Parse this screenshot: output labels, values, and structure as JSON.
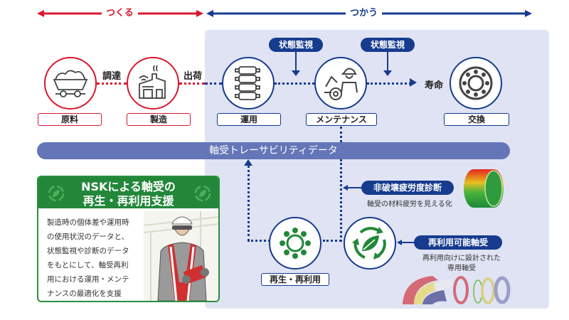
{
  "phases": {
    "make": {
      "label": "つくる",
      "color": "#d9182e"
    },
    "use": {
      "label": "つかう",
      "color": "#163b8f"
    }
  },
  "colors": {
    "red": "#d9182e",
    "blue": "#163b8f",
    "panel_bg": "#dfe3f3",
    "trace_bar": "#6476b8",
    "green": "#23873a"
  },
  "nodes": {
    "raw_material": {
      "label": "原料",
      "icon": "ore-cart-icon"
    },
    "manufacturing": {
      "label": "製造",
      "icon": "factory-icon"
    },
    "operation": {
      "label": "運用",
      "icon": "rolling-mill-icon"
    },
    "maintenance": {
      "label": "メンテナンス",
      "icon": "maintenance-worker-icon"
    },
    "replacement": {
      "label": "交換",
      "icon": "bearing-icon"
    },
    "regeneration": {
      "label": "再生・再利用",
      "icon": "bearing-green-icon"
    },
    "recycle": {
      "icon": "recycle-leaf-icon"
    }
  },
  "edges": {
    "procurement": "調達",
    "shipment": "出荷",
    "lifespan": "寿命"
  },
  "monitoring": [
    "状態監視",
    "状態監視"
  ],
  "trace_bar": "軸受トレーサビリティデータ",
  "ndt": {
    "title": "非破壊疲労度診断",
    "subtitle": "軸受の材料疲労を見える化"
  },
  "reusable": {
    "title": "再利用可能軸受",
    "subtitle_line1": "再利用向けに設計された",
    "subtitle_line2": "専用軸受"
  },
  "nsk_box": {
    "title_line1": "NSKによる軸受の",
    "title_line2": "再生・再利用支援",
    "body_lines": [
      "製造時の個体差や運用時",
      "の使用状況のデータと、",
      "状態監視や診断のデータ",
      "をもとにして、軸受再利",
      "用における運用・メンテ",
      "ナンスの最適化を支援"
    ]
  }
}
